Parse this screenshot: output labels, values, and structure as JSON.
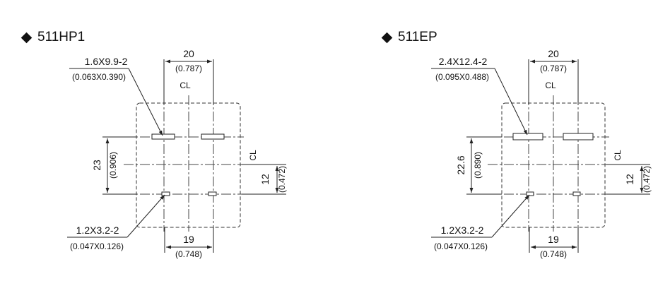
{
  "diagrams": [
    {
      "title": "511HP1",
      "top_dim": "20",
      "top_dim_in": "(0.787)",
      "bottom_dim": "19",
      "bottom_dim_in": "(0.748)",
      "left_dim": "23",
      "left_dim_in": "(0.906)",
      "right_dim": "12",
      "right_dim_in": "(0.472)",
      "hole_upper": "1.6X9.9-2",
      "hole_upper_in": "(0.063X0.390)",
      "hole_lower": "1.2X3.2-2",
      "hole_lower_in": "(0.047X0.126)",
      "cl": "CL"
    },
    {
      "title": "511EP",
      "top_dim": "20",
      "top_dim_in": "(0.787)",
      "bottom_dim": "19",
      "bottom_dim_in": "(0.748)",
      "left_dim": "22.6",
      "left_dim_in": "(0.890)",
      "right_dim": "12",
      "right_dim_in": "(0.472)",
      "hole_upper": "2.4X12.4-2",
      "hole_upper_in": "(0.095X0.488)",
      "hole_lower": "1.2X3.2-2",
      "hole_lower_in": "(0.047X0.126)",
      "cl": "CL"
    }
  ]
}
